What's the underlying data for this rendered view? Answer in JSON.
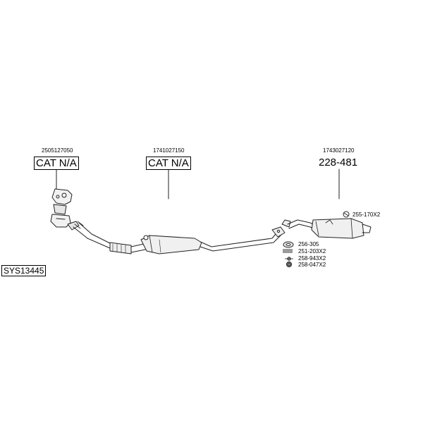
{
  "system_id": "SYS13445",
  "parts": [
    {
      "part_number": "2505127050",
      "label": "CAT N/A"
    },
    {
      "part_number": "1741027150",
      "label": "CAT N/A"
    },
    {
      "part_number": "1743027120",
      "label": "228-481"
    }
  ],
  "accessories": [
    {
      "code": "255-170X2",
      "icon": "clamp-icon"
    },
    {
      "code": "256-305",
      "icon": "gasket-ring-icon"
    },
    {
      "code": "251-203X2",
      "icon": "spring-icon"
    },
    {
      "code": "258-943X2",
      "icon": "bolt-nut-icon"
    },
    {
      "code": "258-047X2",
      "icon": "rubber-hanger-icon"
    }
  ]
}
